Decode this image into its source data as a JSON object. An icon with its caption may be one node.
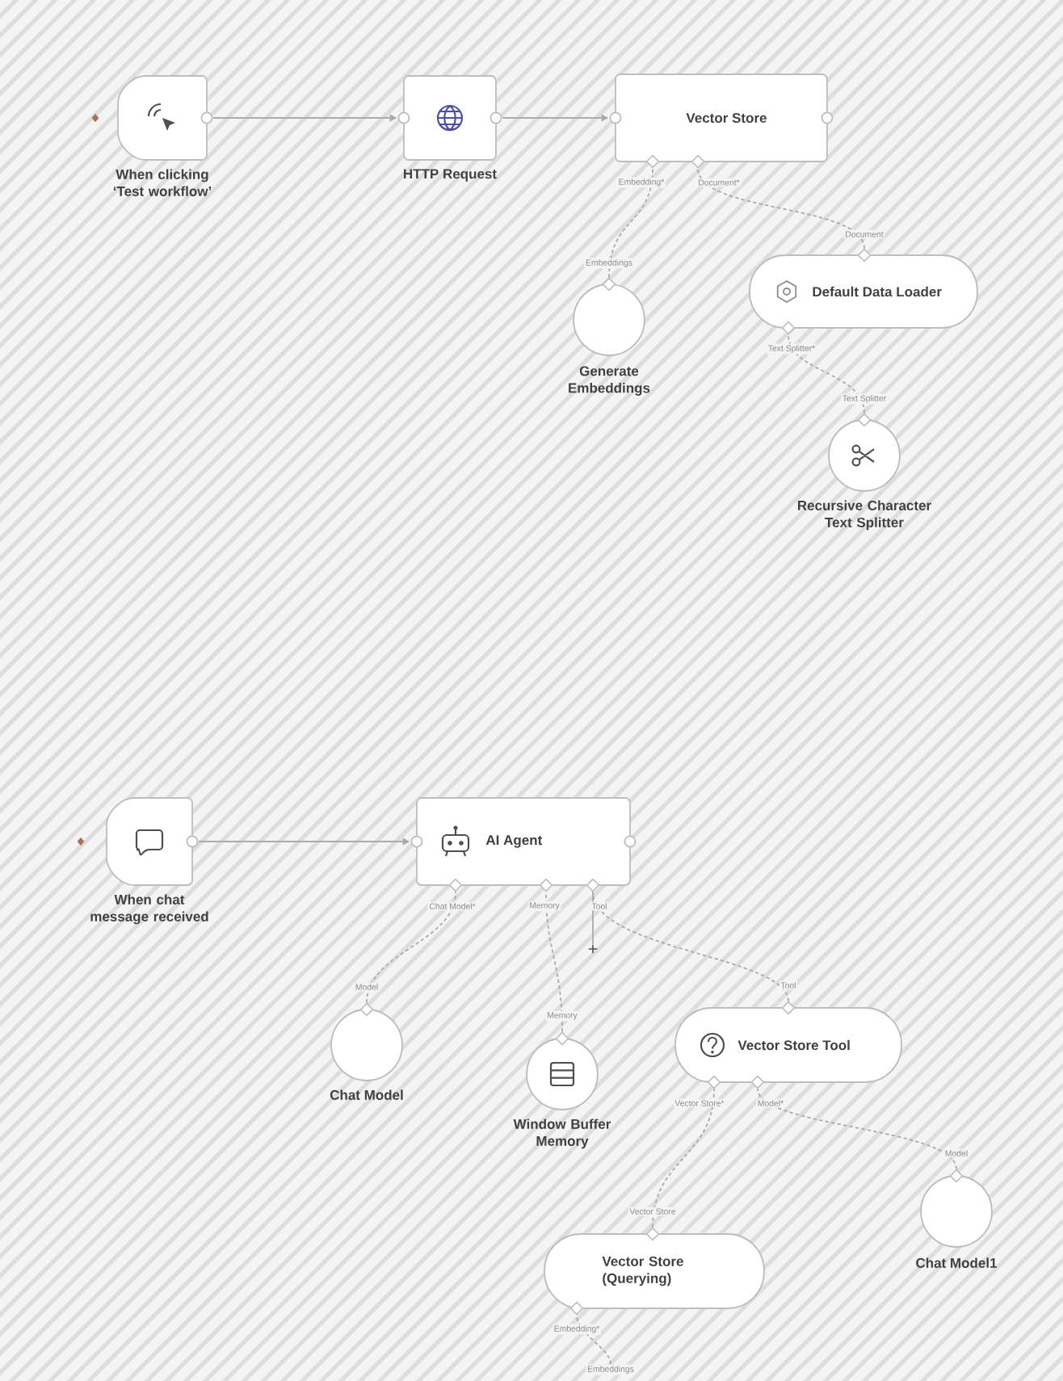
{
  "diagram": {
    "nodes": [
      {
        "text": [
          "When clicking ‘Test workflow’"
        ]
      },
      {
        "text": [
          "HTTP Request"
        ]
      },
      {
        "text": [
          "Vector Store"
        ],
        "beside": [
          "Embedding*",
          "Document*"
        ]
      },
      {
        "text": [
          "Generate Embeddings"
        ],
        "beside": [
          "Embeddings"
        ]
      },
      {
        "text": [
          "Default Data Loader"
        ],
        "beside": [
          "Document",
          "Text Splitter*"
        ]
      },
      {
        "text": [
          "Recursive Character Text Splitter"
        ],
        "beside": [
          "Text Splitter"
        ]
      },
      {
        "text": [
          "When chat message received"
        ]
      },
      {
        "text": [
          "AI Agent"
        ],
        "beside": [
          "Chat Model*",
          "Memory",
          "Tool"
        ]
      },
      {
        "text": [
          "Chat Model"
        ],
        "beside": [
          "Model"
        ]
      },
      {
        "text": [
          "Window Buffer Memory"
        ],
        "beside": [
          "Memory"
        ]
      },
      {
        "text": [
          "Vector Store Tool"
        ],
        "beside": [
          "Tool",
          "Vector Store*",
          "Model*"
        ]
      },
      {
        "text": [
          "Vector Store (Querying)"
        ],
        "beside": [
          "Vector Store",
          "Embedding*"
        ]
      },
      {
        "text": [
          "Chat Model1"
        ],
        "beside": [
          "Model"
        ]
      },
      {
        "text": [
          "Embeddings"
        ]
      }
    ],
    "edges": [
      {
        "from": 0,
        "to": 1,
        "arrow": "to"
      },
      {
        "from": 1,
        "to": 2,
        "arrow": "to"
      },
      {
        "from": 3,
        "to": 2,
        "arrow": "none",
        "style": "dashed"
      },
      {
        "from": 4,
        "to": 2,
        "arrow": "none",
        "style": "dashed"
      },
      {
        "from": 5,
        "to": 4,
        "arrow": "none",
        "style": "dashed"
      },
      {
        "from": 6,
        "to": 7,
        "arrow": "to"
      },
      {
        "from": 8,
        "to": 7,
        "arrow": "none",
        "style": "dashed"
      },
      {
        "from": 9,
        "to": 7,
        "arrow": "none",
        "style": "dashed"
      },
      {
        "from": 10,
        "to": 7,
        "arrow": "none",
        "style": "dashed"
      },
      {
        "from": 11,
        "to": 10,
        "arrow": "none",
        "style": "dashed"
      },
      {
        "from": 12,
        "to": 10,
        "arrow": "none",
        "style": "dashed"
      },
      {
        "from": 13,
        "to": 11,
        "arrow": "none",
        "style": "dashed"
      },
      {
        "from": 7,
        "to": null,
        "arrow": "none"
      }
    ]
  }
}
